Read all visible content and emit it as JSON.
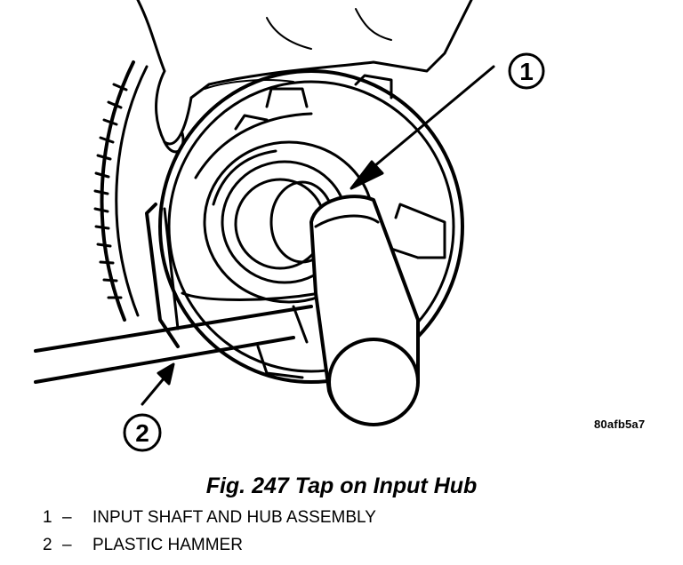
{
  "figure": {
    "image_code": "80afb5a7",
    "callouts": [
      "1",
      "2"
    ]
  },
  "caption": "Fig. 247 Tap on Input Hub",
  "legend": [
    {
      "number": "1",
      "separator": "–",
      "text": "INPUT SHAFT AND HUB ASSEMBLY"
    },
    {
      "number": "2",
      "separator": "–",
      "text": "PLASTIC HAMMER"
    }
  ]
}
